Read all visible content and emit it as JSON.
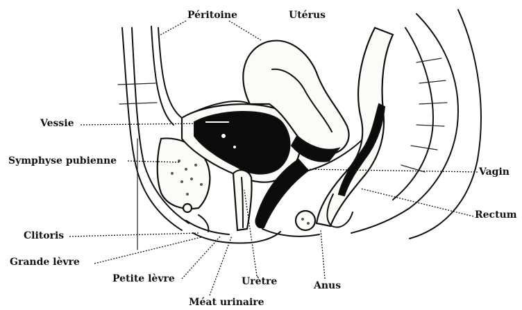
{
  "labels": {
    "peritoine": "Péritoine",
    "uterus": "Utérus",
    "vessie": "Vessie",
    "symphyse": "Symphyse pubienne",
    "vagin": "Vagin",
    "rectum": "Rectum",
    "clitoris": "Clitoris",
    "grande_levre": "Grande lèvre",
    "petite_levre": "Petite lèvre",
    "uretre": "Urètre",
    "anus": "Anus",
    "meat": "Méat urinaire"
  },
  "colors": {
    "ink": "#111111",
    "fill_dark": "#0b0b0b",
    "paper": "#ffffff"
  }
}
